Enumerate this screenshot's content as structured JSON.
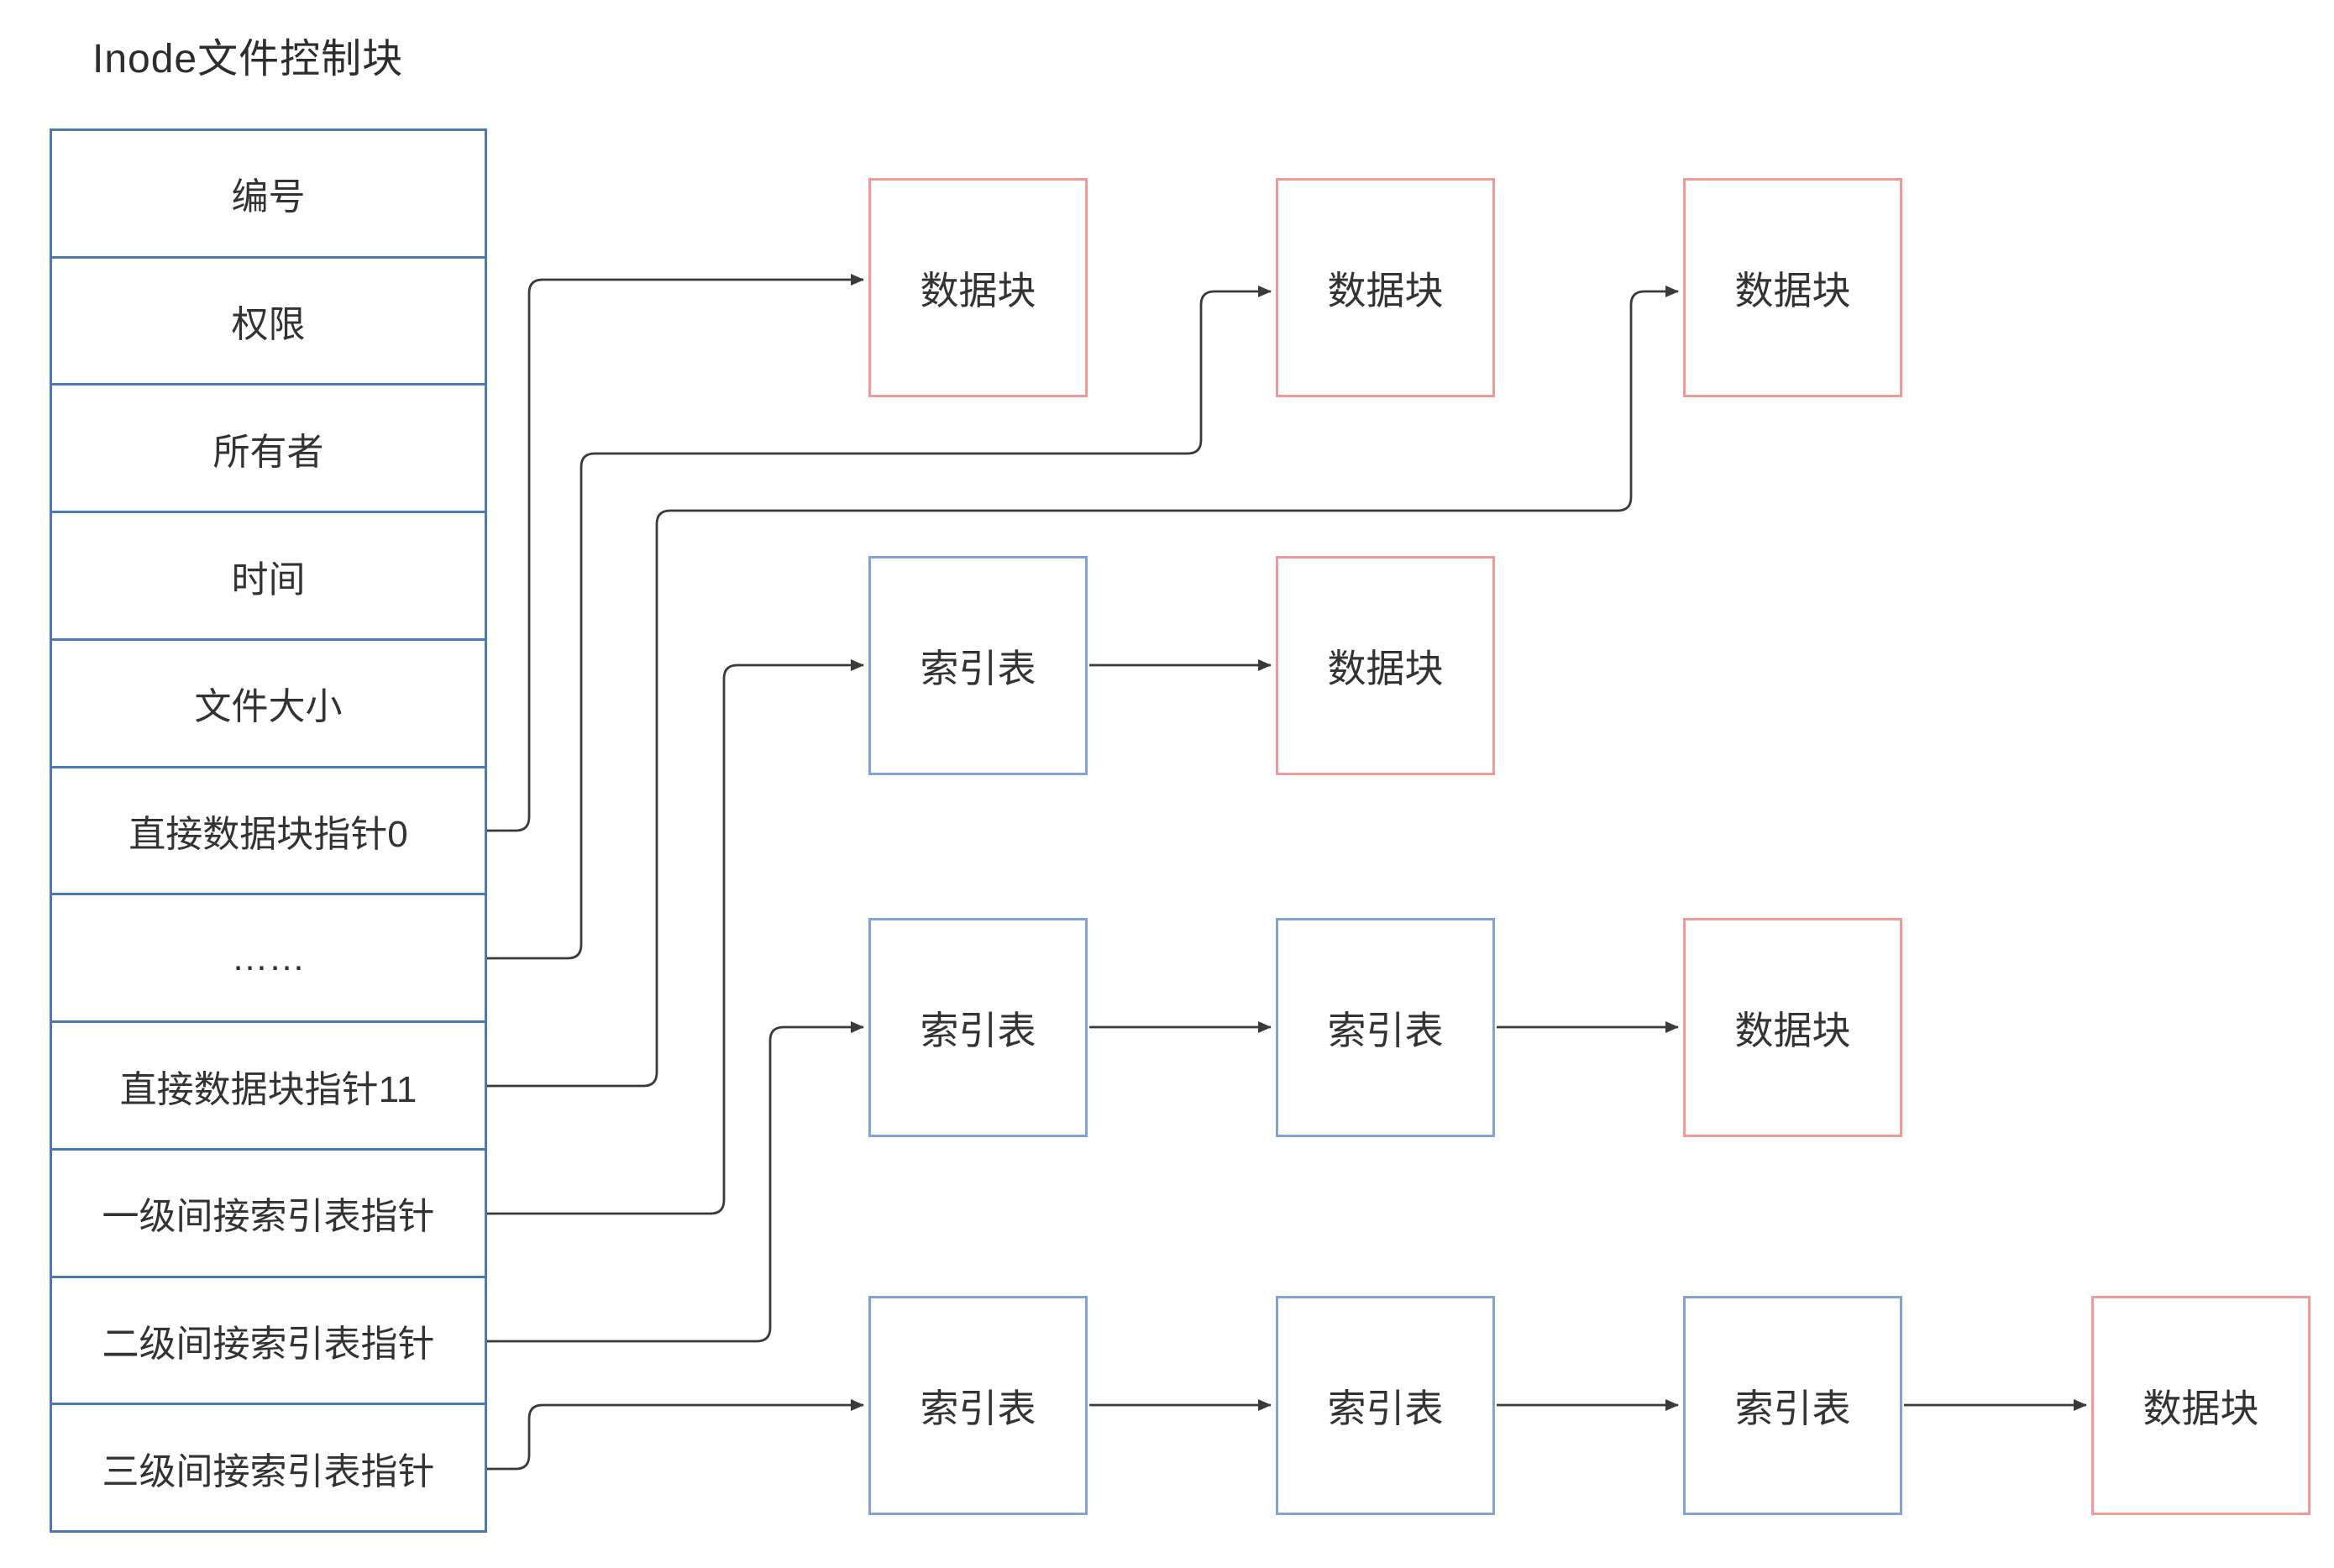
{
  "title": "Inode文件控制块",
  "colors": {
    "table_border": "#4a79b5",
    "data_block_border": "#ee9a9a",
    "index_table_border": "#83a3d8",
    "arrow": "#3a3a3a",
    "text": "#333333"
  },
  "inode_table": {
    "rows": [
      "编号",
      "权限",
      "所有者",
      "时间",
      "文件大小",
      "直接数据块指针0",
      "……",
      "直接数据块指针11",
      "一级间接索引表指针",
      "二级间接索引表指针",
      "三级间接索引表指针"
    ]
  },
  "blocks": {
    "direct": [
      "数据块",
      "数据块",
      "数据块"
    ],
    "single_indirect": [
      "索引表",
      "数据块"
    ],
    "double_indirect": [
      "索引表",
      "索引表",
      "数据块"
    ],
    "triple_indirect": [
      "索引表",
      "索引表",
      "索引表",
      "数据块"
    ]
  }
}
